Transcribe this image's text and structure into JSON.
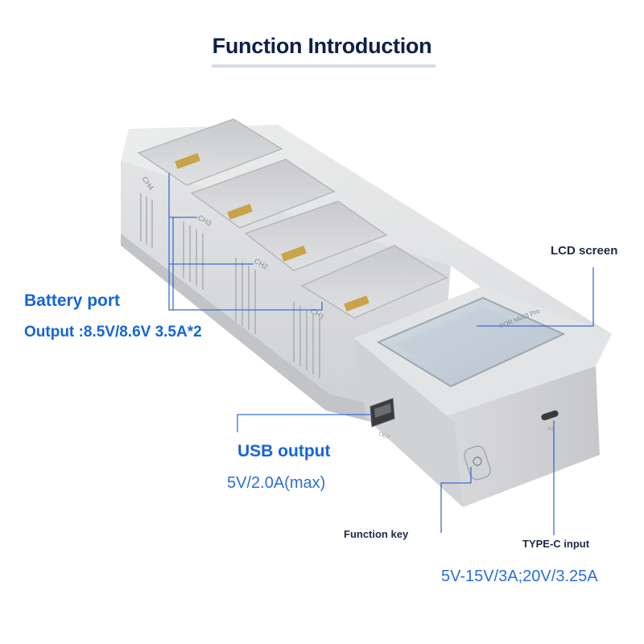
{
  "title": "Function Introduction",
  "callouts": {
    "battery_port": "Battery port",
    "battery_output": "Output :8.5V/8.6V 3.5A*2",
    "usb_output": "USB output",
    "usb_spec": "5V/2.0A(max)",
    "lcd_screen": "LCD screen",
    "function_key": "Function key",
    "typec_input": "TYPE-C input",
    "typec_spec": "5V-15V/3A;20V/3.25A"
  },
  "device": {
    "slot_labels": [
      "CH4",
      "CH3",
      "CH2",
      "CH1"
    ],
    "screen_text": "FOR Mini3 Pro",
    "usb_port_label": "OUT",
    "typec_port_label": "IN"
  },
  "colors": {
    "accent_blue": "#1565d8",
    "title_navy": "#0d1f4a",
    "device_body": "#e6e7e9",
    "screen_glass": "#c9d3dc"
  }
}
